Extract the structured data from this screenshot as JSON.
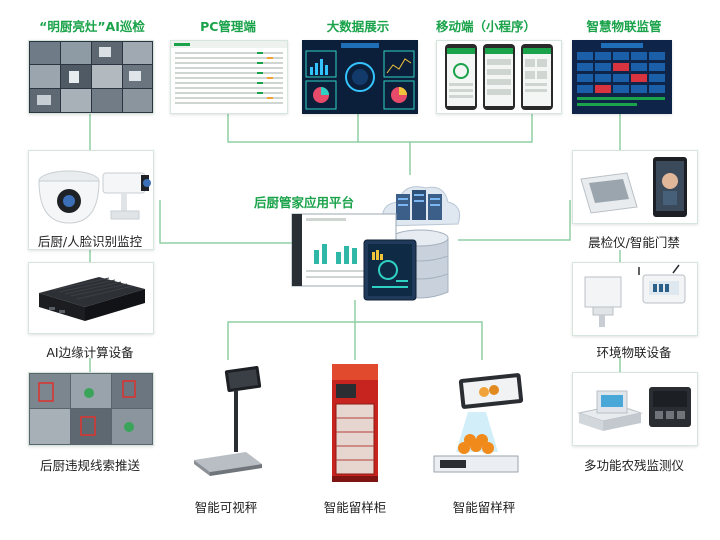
{
  "top": {
    "ai_patrol": "“明厨亮灶”AI巡检",
    "pc_admin": "PC管理端",
    "big_data": "大数据展示",
    "mobile": "移动端（小程序）",
    "iot_monitor": "智慧物联监管"
  },
  "center": {
    "platform": "后厨管家应用平台"
  },
  "left": {
    "camera": "后厨/人脸识别监控",
    "edge": "AI边缘计算设备",
    "violation": "后厨违规线索推送"
  },
  "right": {
    "morning_check": "晨检仪/智能门禁",
    "env_iot": "环境物联设备",
    "pesticide": "多功能农残监测仪"
  },
  "bottom": {
    "visual_scale": "智能可视秤",
    "sample_cabinet": "智能留样柜",
    "sample_scale": "智能留样秤"
  },
  "colors": {
    "accent": "#1aa34a",
    "line": "#8fcfa3"
  }
}
